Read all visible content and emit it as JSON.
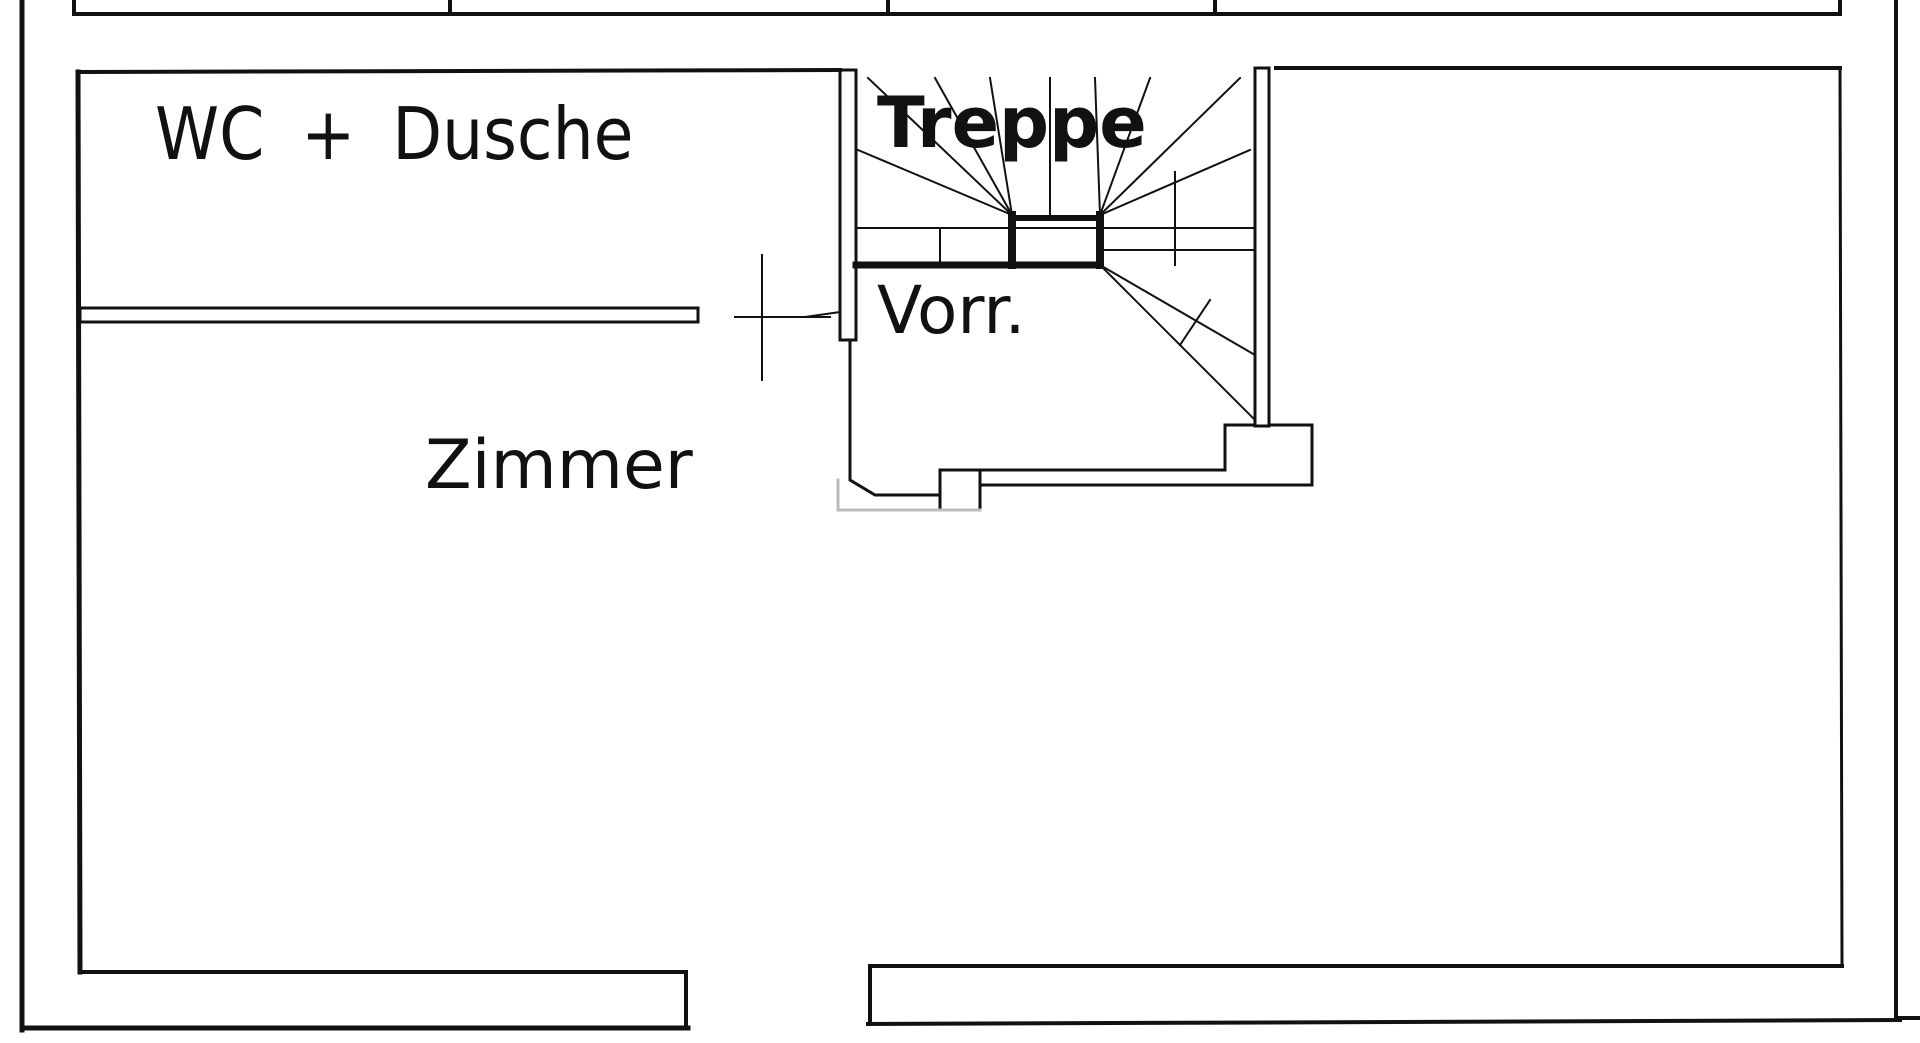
{
  "rooms": {
    "wc": "WC + Dusche",
    "treppe": "Treppe",
    "vorr": "Vorr.",
    "zimmer": "Zimmer"
  },
  "colors": {
    "line": "#111111",
    "background": "#ffffff"
  }
}
